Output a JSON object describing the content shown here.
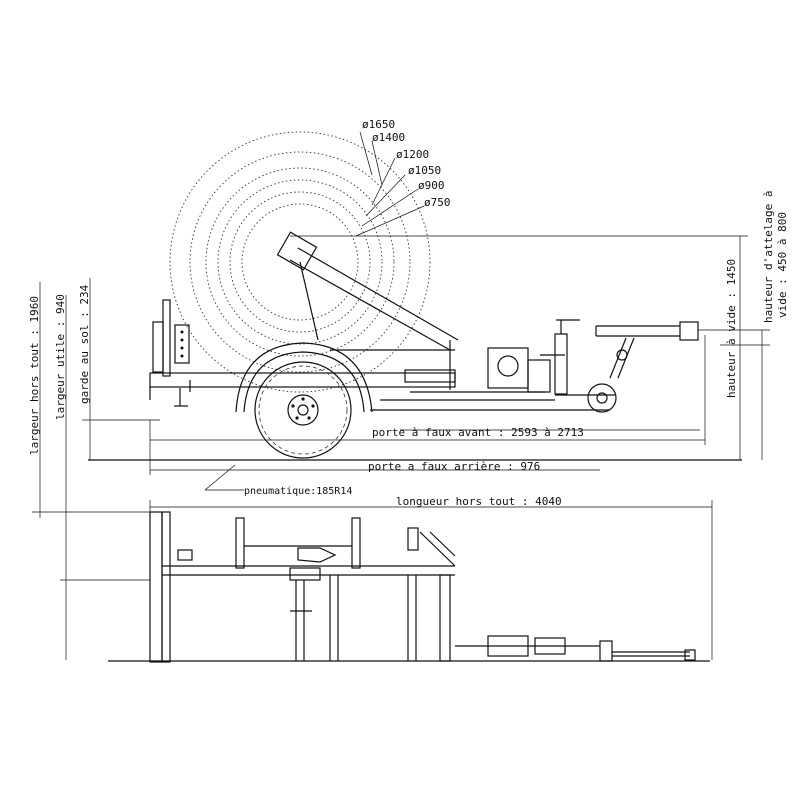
{
  "drum_diameters": [
    "ø1650",
    "ø1400",
    "ø1200",
    "ø1050",
    "ø900",
    "ø750"
  ],
  "dimensions": {
    "overall_width": "largeur hors tout : 1960",
    "useful_width": "largeur utile : 940",
    "ground_clearance": "garde au sol : 234",
    "front_overhang": "porte à faux avant : 2593 à 2713",
    "rear_overhang": "porte a faux arrière : 976",
    "tyre": "pneumatique:185R14",
    "overall_length": "longueur hors tout : 4040",
    "empty_height": "hauteur à vide : 1450",
    "hitch_height_line1": "hauteur d'attelage à",
    "hitch_height_line2": "vide : 450 à 800"
  }
}
